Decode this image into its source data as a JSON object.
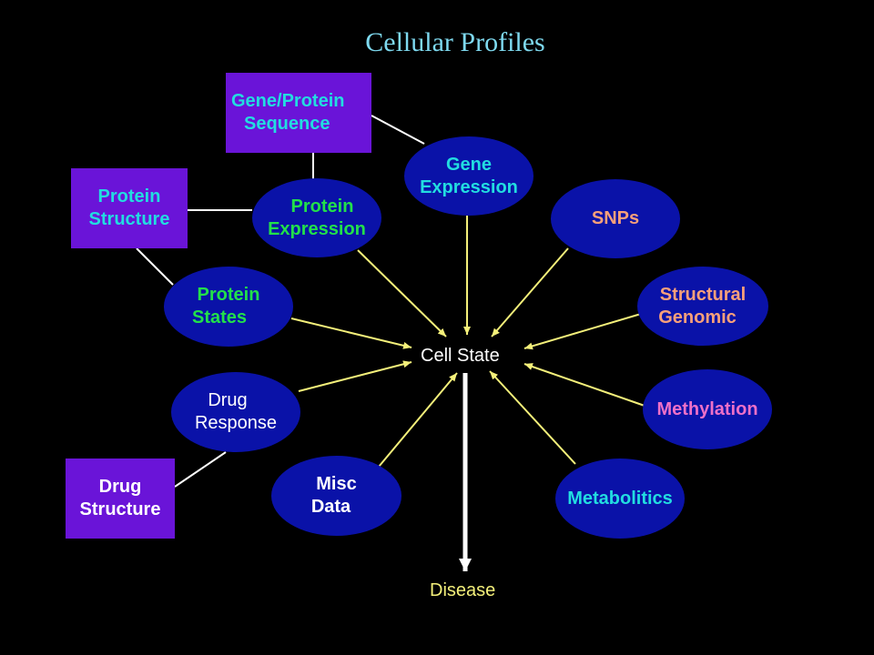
{
  "title": "Cellular Profiles",
  "colors": {
    "background": "#000000",
    "ellipse_fill": "#0a12a8",
    "box_fill": "#6a14d8",
    "arrow": "#f4f07a",
    "connector": "#ffffff",
    "title": "#7ed9ef"
  },
  "nodes": {
    "gene_protein_sequence": {
      "line1": "Gene/Protein",
      "line2": "Sequence"
    },
    "protein_structure": {
      "line1": "Protein",
      "line2": "Structure"
    },
    "protein_expression": {
      "line1": "Protein",
      "line2": "Expression"
    },
    "gene_expression": {
      "line1": "Gene",
      "line2": "Expression"
    },
    "snps": {
      "line1": "SNPs"
    },
    "protein_states": {
      "line1": "Protein",
      "line2": "States"
    },
    "structural_genomic": {
      "line1": "Structural",
      "line2": "Genomic"
    },
    "drug_response": {
      "line1": "Drug",
      "line2": "Response"
    },
    "methylation": {
      "line1": "Methylation"
    },
    "drug_structure": {
      "line1": "Drug",
      "line2": "Structure"
    },
    "misc_data": {
      "line1": "Misc",
      "line2": "Data"
    },
    "metabolitics": {
      "line1": "Metabolitics"
    }
  },
  "center_label": "Cell State",
  "outcome_label": "Disease"
}
